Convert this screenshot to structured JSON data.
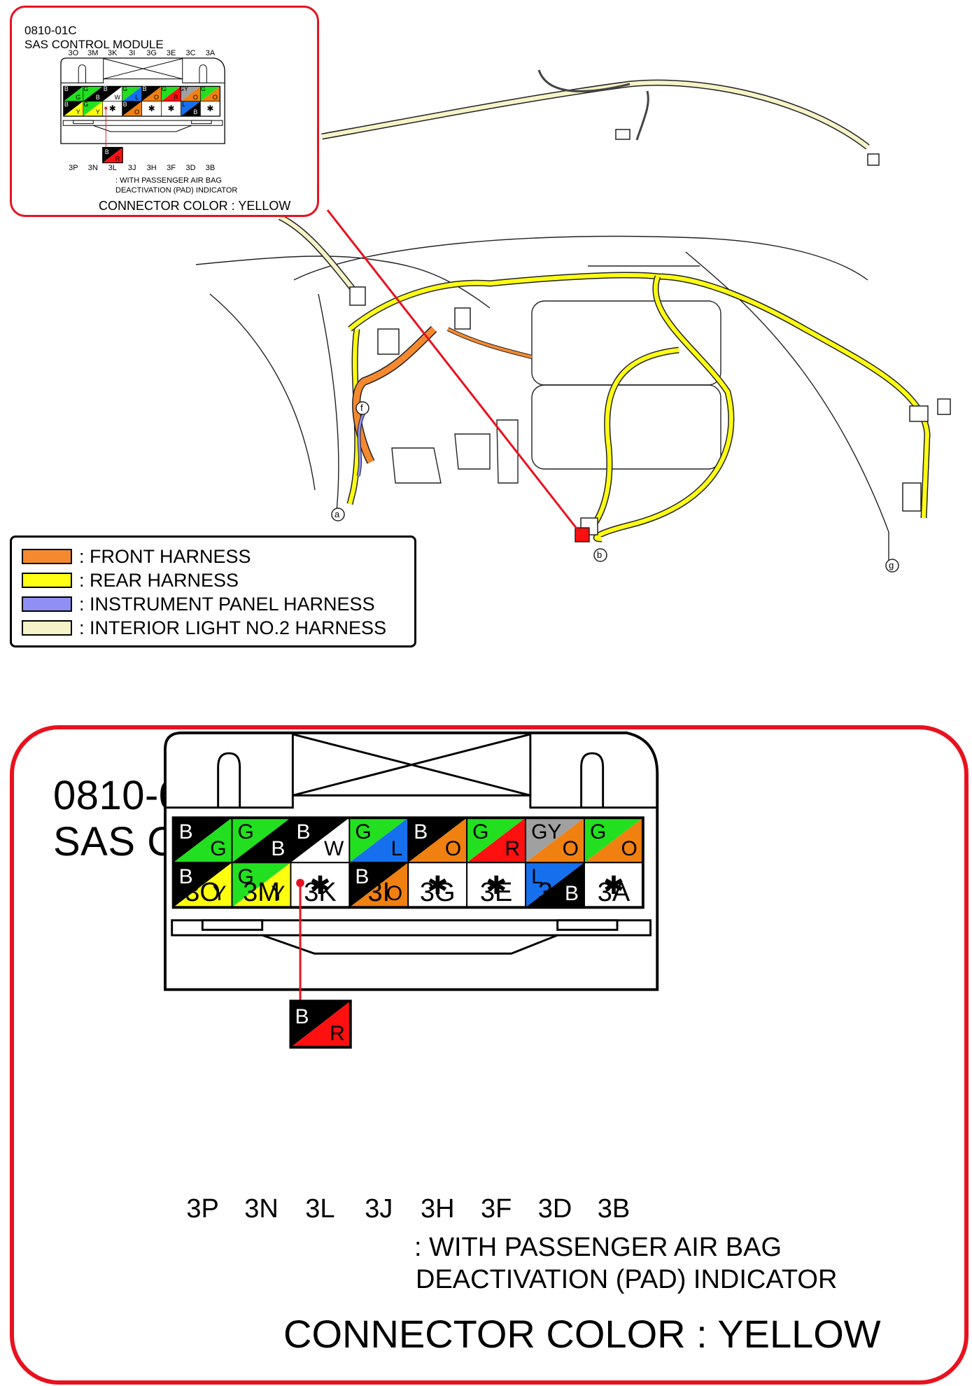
{
  "inset": {
    "code": "0810-01C",
    "module": "SAS CONTROL MODULE",
    "pad_note_line1": ": WITH PASSENGER AIR BAG",
    "pad_note_line2": "DEACTIVATION (PAD) INDICATOR",
    "connector_color": "CONNECTOR COLOR : YELLOW"
  },
  "detail": {
    "code": "0810-01C",
    "module": "SAS CONTROL MODULE",
    "pad_note_line1": ": WITH PASSENGER AIR BAG",
    "pad_note_line2": "DEACTIVATION (PAD) INDICATOR",
    "connector_color": "CONNECTOR COLOR : YELLOW"
  },
  "top_pins": [
    "3O",
    "3M",
    "3K",
    "3I",
    "3G",
    "3E",
    "3C",
    "3A"
  ],
  "bottom_pins": [
    "3P",
    "3N",
    "3L",
    "3J",
    "3H",
    "3F",
    "3D",
    "3B"
  ],
  "pad_wire": {
    "a": "B",
    "b": "R",
    "color_a": "#000000",
    "color_b": "#ff1010"
  },
  "wire_colors": {
    "B": "#000000",
    "G": "#22e01f",
    "W": "#ffffff",
    "L": "#1670ee",
    "O": "#f08010",
    "R": "#ff1010",
    "GY": "#a0a0a0",
    "Y": "#ffff10"
  },
  "top_row": [
    {
      "a": "B",
      "b": "G"
    },
    {
      "a": "G",
      "b": "B"
    },
    {
      "a": "B",
      "b": "W"
    },
    {
      "a": "G",
      "b": "L"
    },
    {
      "a": "B",
      "b": "O"
    },
    {
      "a": "G",
      "b": "R"
    },
    {
      "a": "GY",
      "b": "O"
    },
    {
      "a": "G",
      "b": "O"
    }
  ],
  "bottom_row": [
    {
      "a": "B",
      "b": "Y"
    },
    {
      "a": "G",
      "b": "Y"
    },
    {
      "empty": true,
      "mark": "✱"
    },
    {
      "a": "B",
      "b": "O"
    },
    {
      "empty": true,
      "mark": "✱"
    },
    {
      "empty": true,
      "mark": "✱"
    },
    {
      "a": "L",
      "b": "B"
    },
    {
      "empty": true,
      "mark": "✱"
    }
  ],
  "legend": [
    {
      "label": ": FRONT HARNESS",
      "color": "#f5892f"
    },
    {
      "label": ": REAR HARNESS",
      "color": "#ffff14"
    },
    {
      "label": ": INSTRUMENT PANEL HARNESS",
      "color": "#8f8ff5"
    },
    {
      "label": ": INTERIOR LIGHT NO.2 HARNESS",
      "color": "#f7f3c8"
    }
  ],
  "harness_points": [
    "a",
    "b",
    "f",
    "g"
  ]
}
